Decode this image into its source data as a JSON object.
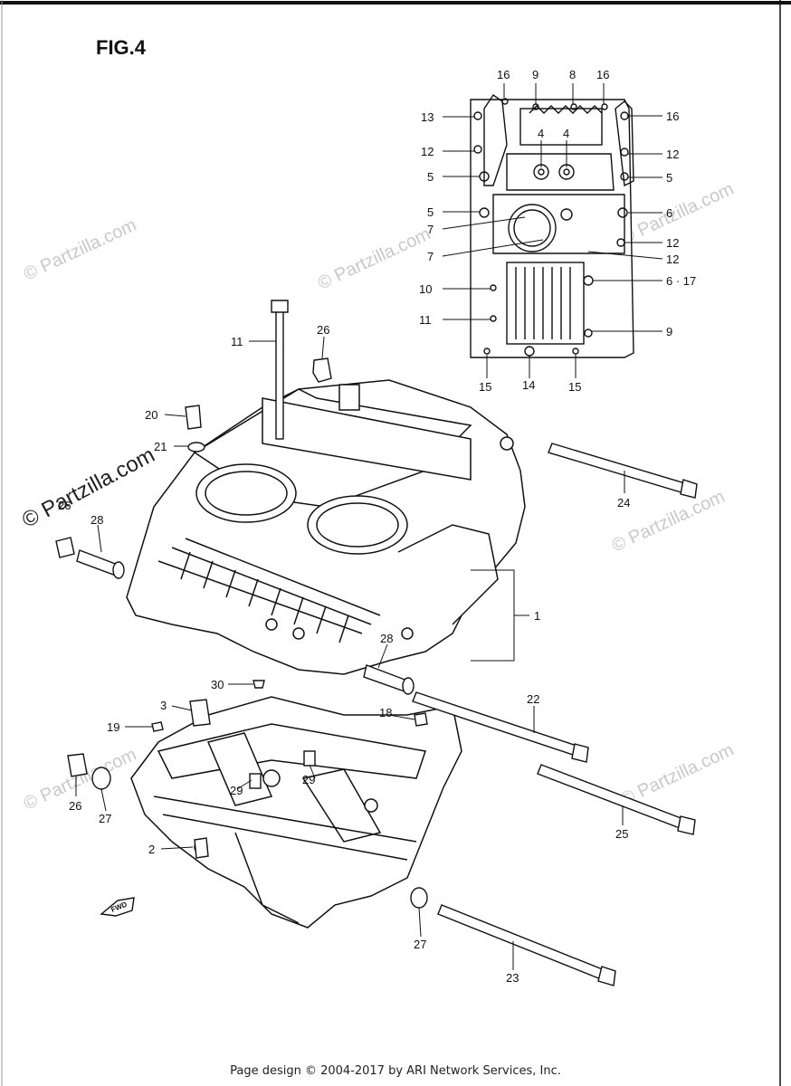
{
  "figure": {
    "title": "FIG.4"
  },
  "footer": {
    "text": "Page design © 2004-2017 by ARI Network Services, Inc."
  },
  "watermark": {
    "main": "© Partzilla.com",
    "faint": "© Partzilla.com"
  },
  "fwd_label": "FWD",
  "callouts": [
    "16",
    "9",
    "8",
    "16",
    "13",
    "16",
    "12",
    "4",
    "4",
    "12",
    "5",
    "5",
    "5",
    "6",
    "7",
    "12",
    "7",
    "12",
    "10",
    "6 · 17",
    "11",
    "9",
    "15",
    "14",
    "15",
    "11",
    "26",
    "20",
    "21",
    "24",
    "26",
    "28",
    "1",
    "28",
    "30",
    "22",
    "3",
    "18",
    "19",
    "29",
    "29",
    "26",
    "27",
    "25",
    "2",
    "27",
    "23"
  ]
}
